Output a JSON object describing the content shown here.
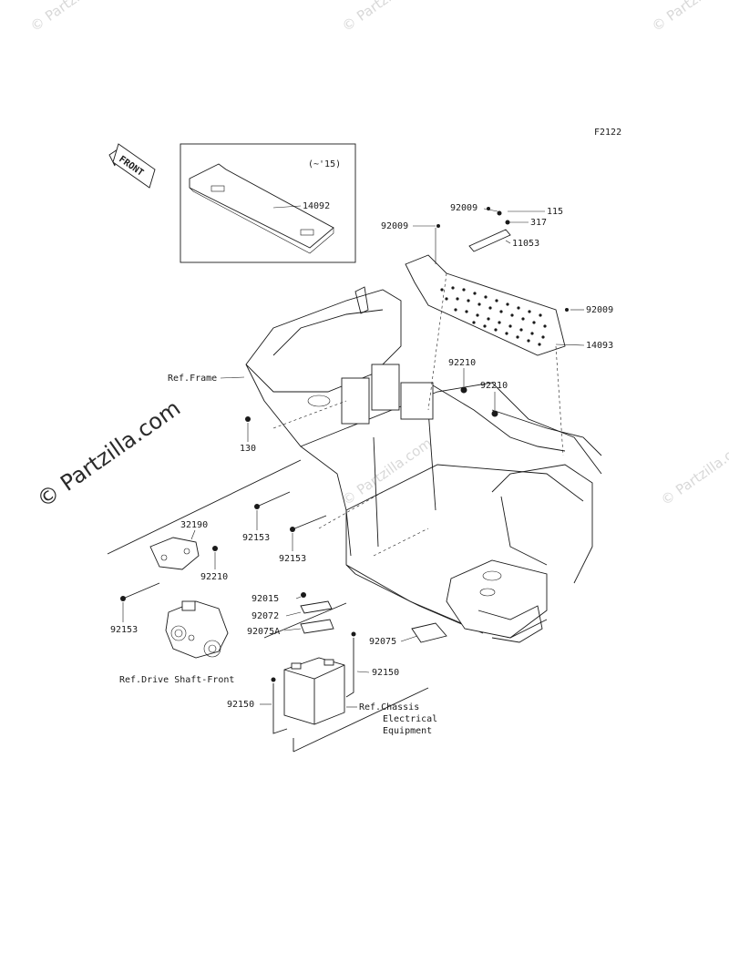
{
  "diagram_code": "F2122",
  "inset": {
    "note": "(~'15)",
    "part": "14092"
  },
  "front_arrow": "FRONT",
  "watermark": {
    "main": "© Partzilla.com",
    "faint": "© Partzilla.com"
  },
  "labels": {
    "p92009a": "92009",
    "p92009b": "92009",
    "p92009c": "92009",
    "p115": "115",
    "p317": "317",
    "p11053": "11053",
    "p14093": "14093",
    "p92210a": "92210",
    "p92210b": "92210",
    "p92210c": "92210",
    "ref_frame": "Ref.Frame",
    "p130": "130",
    "p92153a": "92153",
    "p92153b": "92153",
    "p92153c": "92153",
    "p32190": "32190",
    "ref_drive": "Ref.Drive Shaft-Front",
    "p92015": "92015",
    "p92072": "92072",
    "p92075A": "92075A",
    "p92075": "92075",
    "p92150a": "92150",
    "p92150b": "92150",
    "ref_chassis_1": "Ref.Chassis",
    "ref_chassis_2": "Electrical",
    "ref_chassis_3": "Equipment"
  }
}
